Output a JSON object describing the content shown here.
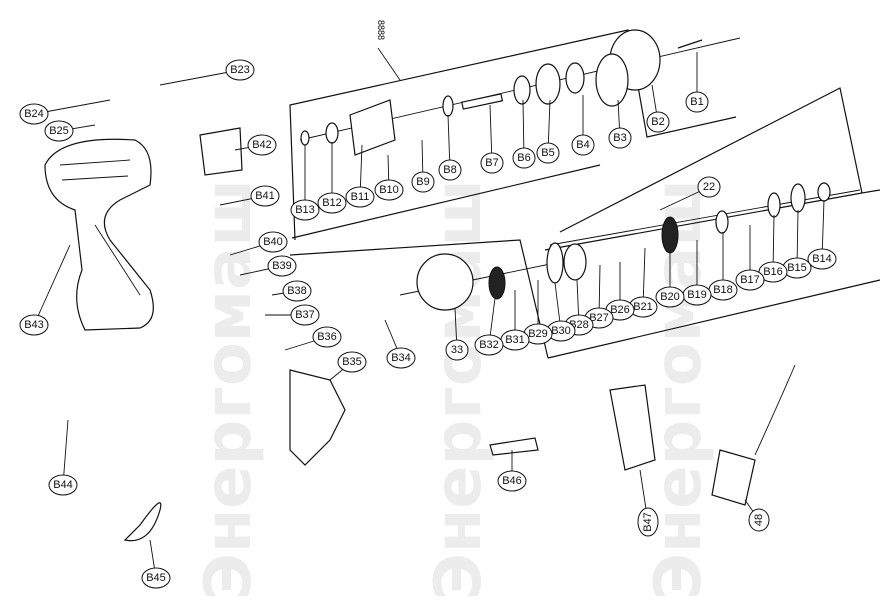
{
  "watermark": "Энергомаш",
  "diagram_title_code": "8888",
  "callouts": [
    {
      "id": "B1"
    },
    {
      "id": "B2"
    },
    {
      "id": "B3"
    },
    {
      "id": "B4"
    },
    {
      "id": "B5"
    },
    {
      "id": "B6"
    },
    {
      "id": "B7"
    },
    {
      "id": "B8"
    },
    {
      "id": "B9"
    },
    {
      "id": "B10"
    },
    {
      "id": "B11"
    },
    {
      "id": "B12"
    },
    {
      "id": "B13"
    },
    {
      "id": "22"
    },
    {
      "id": "B14"
    },
    {
      "id": "B15"
    },
    {
      "id": "B16"
    },
    {
      "id": "B17"
    },
    {
      "id": "B18"
    },
    {
      "id": "B19"
    },
    {
      "id": "B20"
    },
    {
      "id": "B21"
    },
    {
      "id": "B26"
    },
    {
      "id": "B27"
    },
    {
      "id": "B28"
    },
    {
      "id": "B30"
    },
    {
      "id": "B29"
    },
    {
      "id": "B31"
    },
    {
      "id": "B32"
    },
    {
      "id": "33"
    },
    {
      "id": "B34"
    },
    {
      "id": "B35"
    },
    {
      "id": "B36"
    },
    {
      "id": "B37"
    },
    {
      "id": "B38"
    },
    {
      "id": "B39"
    },
    {
      "id": "B40"
    },
    {
      "id": "B41"
    },
    {
      "id": "B42"
    },
    {
      "id": "B23"
    },
    {
      "id": "B24"
    },
    {
      "id": "B25"
    },
    {
      "id": "B43"
    },
    {
      "id": "B44"
    },
    {
      "id": "B45"
    },
    {
      "id": "B46"
    },
    {
      "id": "B47"
    },
    {
      "id": "48"
    }
  ]
}
